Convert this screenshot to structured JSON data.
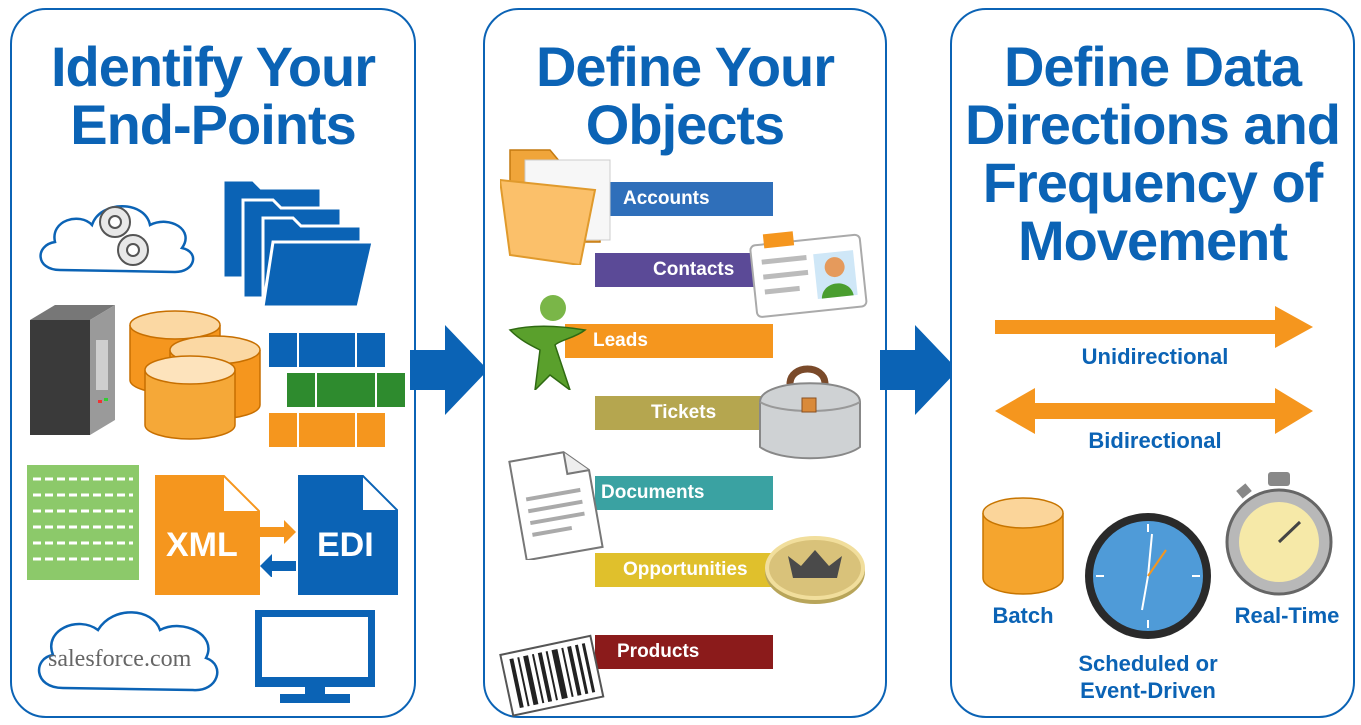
{
  "colors": {
    "primary_blue": "#0b63b5",
    "orange": "#f5961e",
    "green": "#2e8b2e"
  },
  "panels": [
    {
      "title_line1": "Identify Your",
      "title_line2": "End-Points"
    },
    {
      "title_line1": "Define Your",
      "title_line2": "Objects"
    },
    {
      "title_line1": "Define Data",
      "title_line2": "Directions and",
      "title_line3": "Frequency of",
      "title_line4": "Movement"
    }
  ],
  "endpoints": {
    "xml_label": "XML",
    "edi_label": "EDI",
    "salesforce_text": "salesforce.com"
  },
  "objects": [
    {
      "label": "Accounts",
      "color": "#2f6fba",
      "icon": "folder-icon"
    },
    {
      "label": "Contacts",
      "color": "#5b4a97",
      "icon": "id-card-icon"
    },
    {
      "label": "Leads",
      "color": "#f5961e",
      "icon": "person-icon"
    },
    {
      "label": "Tickets",
      "color": "#b5a64f",
      "icon": "toolbox-icon"
    },
    {
      "label": "Documents",
      "color": "#3aa2a2",
      "icon": "document-icon"
    },
    {
      "label": "Opportunities",
      "color": "#e0c02c",
      "icon": "crown-coin-icon"
    },
    {
      "label": "Products",
      "color": "#8b1b1b",
      "icon": "barcode-icon"
    }
  ],
  "directions": {
    "unidirectional": "Unidirectional",
    "bidirectional": "Bidirectional"
  },
  "frequency": {
    "batch": "Batch",
    "scheduled_line1": "Scheduled or",
    "scheduled_line2": "Event-Driven",
    "realtime": "Real-Time"
  }
}
